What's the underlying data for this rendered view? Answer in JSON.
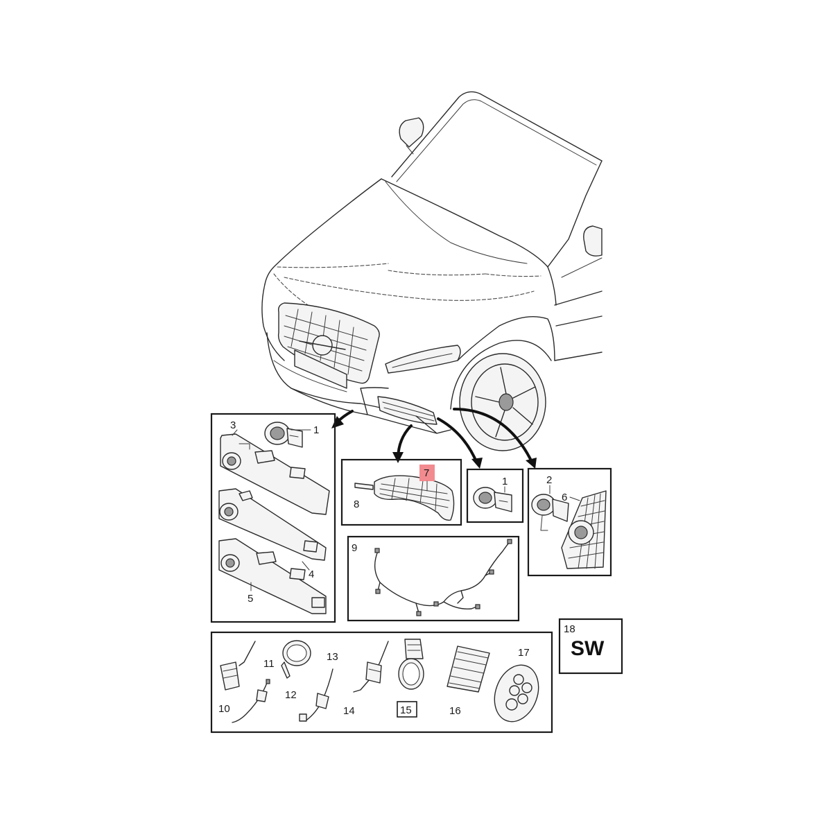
{
  "callouts": {
    "c1a": "1",
    "c3": "3",
    "c4": "4",
    "c5": "5",
    "c7": "7",
    "c8": "8",
    "c1b": "1",
    "c2": "2",
    "c6": "6",
    "c9": "9",
    "c10": "10",
    "c11": "11",
    "c12": "12",
    "c13": "13",
    "c14": "14",
    "c15": "15",
    "c16": "16",
    "c17": "17",
    "c18": "18"
  },
  "badge": {
    "label": "SW"
  },
  "highlight_color": "#f28b8f"
}
